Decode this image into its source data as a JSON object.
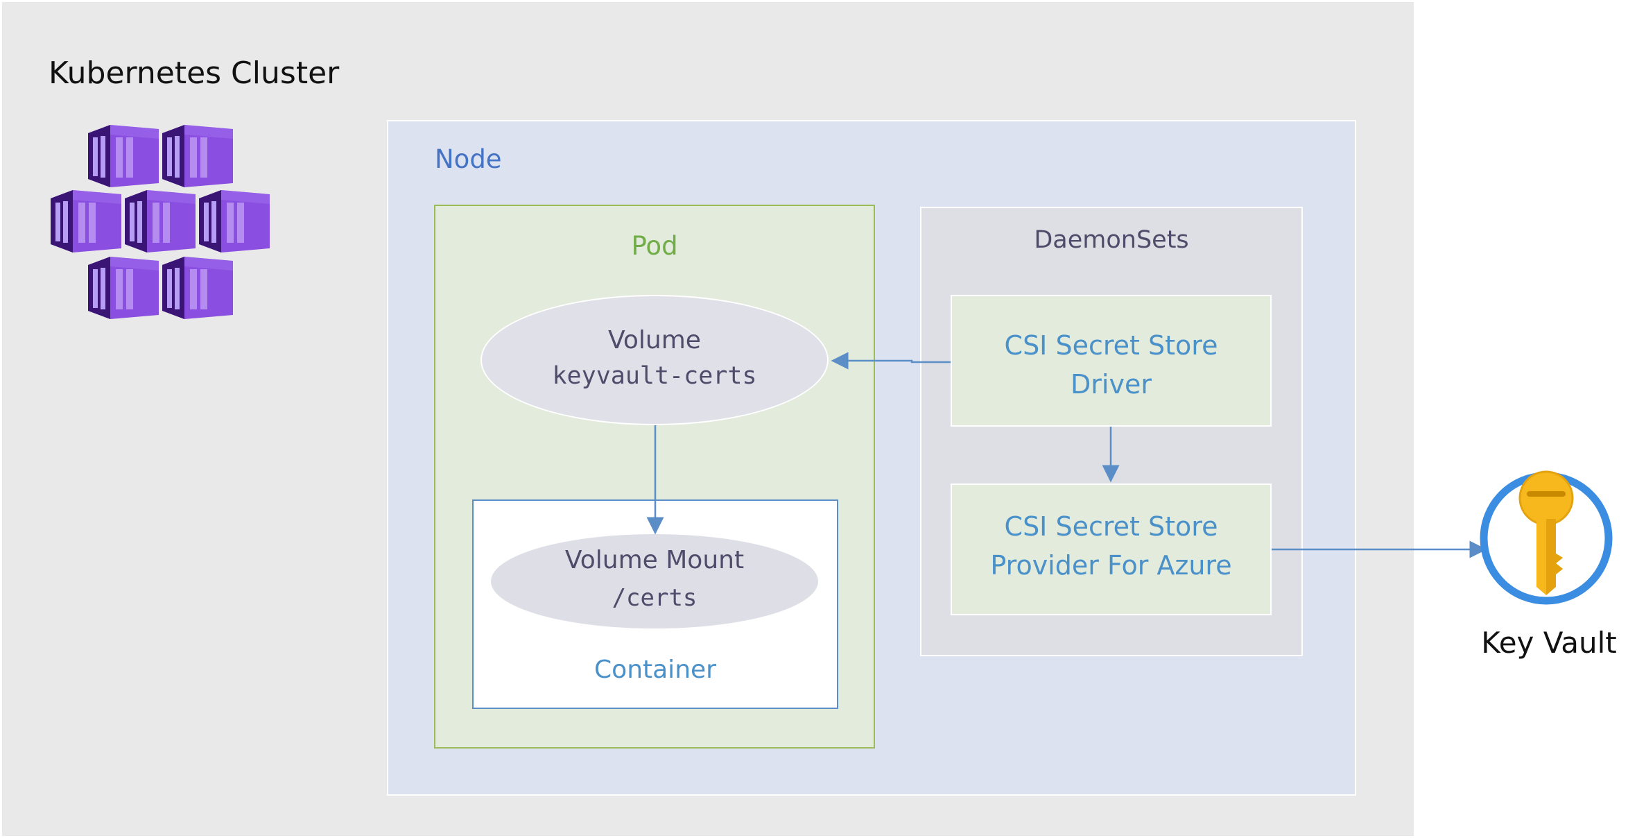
{
  "cluster": {
    "title": "Kubernetes Cluster",
    "icon": "kubernetes-cluster-icon"
  },
  "node": {
    "title": "Node"
  },
  "pod": {
    "title": "Pod",
    "volume": {
      "line1": "Volume",
      "line2": "keyvault-certs"
    },
    "container": {
      "title": "Container",
      "mount": {
        "line1": "Volume Mount",
        "line2": "/certs"
      }
    }
  },
  "daemonsets": {
    "title": "DaemonSets",
    "driver": {
      "line1": "CSI Secret Store",
      "line2": "Driver"
    },
    "provider": {
      "line1": "CSI Secret Store",
      "line2": "Provider For Azure"
    }
  },
  "keyvault": {
    "label": "Key Vault",
    "icon": "key-vault-icon"
  },
  "colors": {
    "cluster_bg": "#e9e9e9",
    "node_bg": "#dde2f0",
    "pod_bg": "#e2ebdc",
    "pod_border": "#9bbb59",
    "accent_blue": "#4a90c9",
    "arrow": "#5b8ec7",
    "cube_purple": "#7b3fd4",
    "key_gold": "#f6b81d"
  }
}
